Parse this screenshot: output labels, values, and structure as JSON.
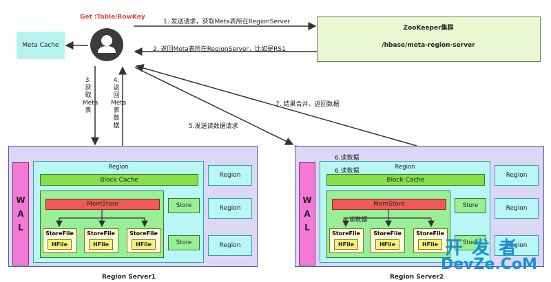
{
  "client": {
    "get_label": "Get :Table/RowKey",
    "meta_cache": "Meta Cache"
  },
  "zookeeper": {
    "title": "ZooKeeper集群",
    "path": "/hbase/meta-region-server"
  },
  "arrows": {
    "step1": "1. 发送请求，获取Meta表所在RegionServer",
    "step2": "2. 返回Meta表所在RegionServer，比如是RS1",
    "step3": [
      "3.",
      "获",
      "取",
      "Meta",
      "表"
    ],
    "step4": [
      "4.",
      "返",
      "回",
      "Meta",
      "表",
      "数",
      "据"
    ],
    "step5": "5.发送读数据请求",
    "step7": "7. 结果合并，返回数据",
    "step6": "6.读数据"
  },
  "server1": {
    "caption": "Region Server1",
    "wal": [
      "W",
      "A",
      "L"
    ],
    "region_title": "Region",
    "block_cache": "Block Cache",
    "memstore": "MemStore",
    "store": "Store",
    "storefile": "StoreFile",
    "hfile": "HFile",
    "region": "Region"
  },
  "server2": {
    "caption": "Region Server2",
    "wal": [
      "W",
      "A",
      "L"
    ],
    "region_title": "Region",
    "block_cache": "Block Cache",
    "memstore": "MemStore",
    "store": "Store",
    "storefile": "StoreFile",
    "hfile": "HFile",
    "region": "Region"
  },
  "watermark": {
    "line1": "开 发 者",
    "line2": "DevZe.CoM"
  },
  "colors": {
    "client_label": "#e0453c",
    "arrow": "#333333",
    "read_arrow": "#c23dd6"
  }
}
